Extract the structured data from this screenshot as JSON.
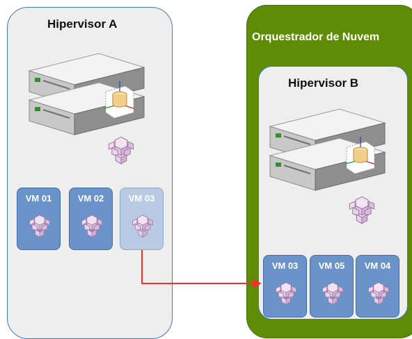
{
  "hypervisor_a": {
    "title": "Hipervisor  A",
    "vms": [
      "VM 01",
      "VM 02",
      "VM 03"
    ]
  },
  "orchestrator": {
    "title": "Orquestrador de Nuvem",
    "hypervisor_b": {
      "title": "Hipervisor  B",
      "vms": [
        "VM 03",
        "VM 05",
        "VM 04"
      ]
    }
  },
  "migration": {
    "vm": "VM 03",
    "from": "Hipervisor  A",
    "to": "Hipervisor  B",
    "color": "#ff2a2a"
  },
  "colors": {
    "orchestrator": "#5f8c06",
    "vm": "#6a94c9",
    "vm_migrated_source": "#b9cbe2",
    "hypervisor_border": "#3f7ab8"
  }
}
